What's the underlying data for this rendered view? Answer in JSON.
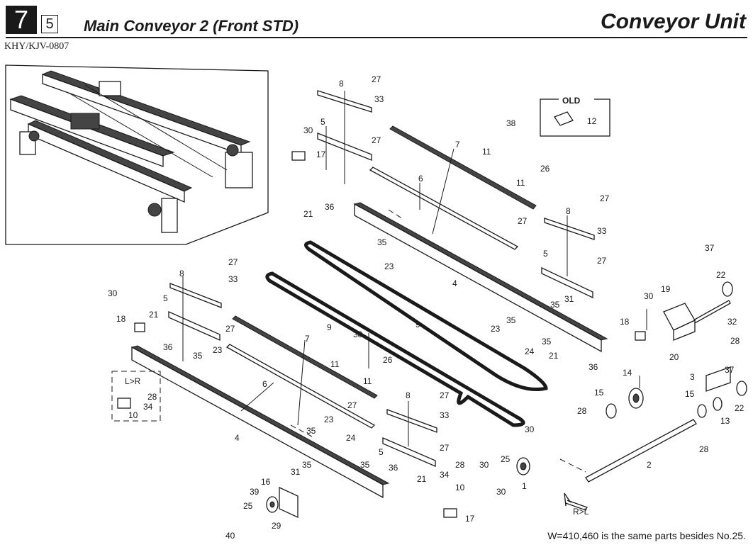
{
  "header": {
    "section_number": "7",
    "subsection_number": "5",
    "title": "Main Conveyor 2 (Front STD)",
    "unit_title": "Conveyor Unit",
    "doc_code": "KHY/KJV-0807"
  },
  "footnote": "W=410,460 is the same parts besides No.25.",
  "diagram": {
    "old_box_label": "OLD",
    "direction_lr": "L>R",
    "direction_rl": "R>L",
    "callouts": [
      "1",
      "2",
      "3",
      "4",
      "4",
      "5",
      "5",
      "5",
      "6",
      "6",
      "7",
      "7",
      "8",
      "8",
      "8",
      "9",
      "9",
      "10",
      "10",
      "11",
      "11",
      "11",
      "11",
      "12",
      "13",
      "14",
      "15",
      "15",
      "16",
      "17",
      "17",
      "18",
      "18",
      "19",
      "20",
      "21",
      "21",
      "21",
      "21",
      "22",
      "22",
      "23",
      "23",
      "23",
      "23",
      "24",
      "24",
      "25",
      "25",
      "26",
      "26",
      "27",
      "27",
      "27",
      "27",
      "27",
      "27",
      "27",
      "27",
      "28",
      "28",
      "28",
      "28",
      "28",
      "29",
      "30",
      "30",
      "30",
      "30",
      "30",
      "30",
      "31",
      "31",
      "32",
      "33",
      "33",
      "33",
      "33",
      "34",
      "34",
      "35",
      "35",
      "35",
      "35",
      "35",
      "35",
      "35",
      "35",
      "36",
      "36",
      "36",
      "36",
      "37",
      "37",
      "38",
      "38",
      "39",
      "40"
    ]
  }
}
